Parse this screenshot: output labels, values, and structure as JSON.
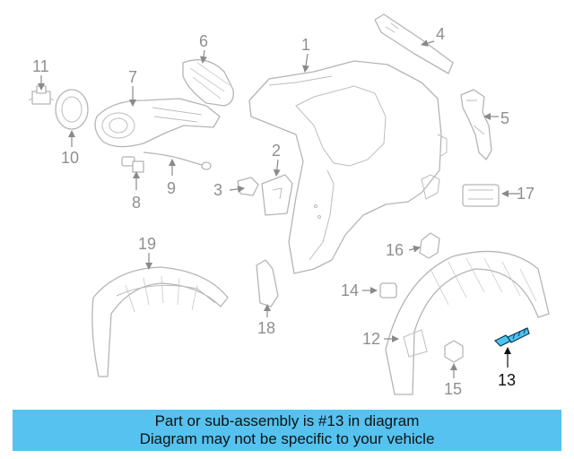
{
  "callouts": {
    "c1": "1",
    "c2": "2",
    "c3": "3",
    "c4": "4",
    "c5": "5",
    "c6": "6",
    "c7": "7",
    "c8": "8",
    "c9": "9",
    "c10": "10",
    "c11": "11",
    "c12": "12",
    "c13": "13",
    "c14": "14",
    "c15": "15",
    "c16": "16",
    "c17": "17",
    "c18": "18",
    "c19": "19"
  },
  "highlight_part": "13",
  "colors": {
    "highlight": "#4fc3ef",
    "banner": "#55c2f0",
    "parts": "#b5b5b5"
  },
  "banner": {
    "line1": "Part or sub-assembly is #13 in diagram",
    "line2": "Diagram may not be specific to your vehicle"
  }
}
